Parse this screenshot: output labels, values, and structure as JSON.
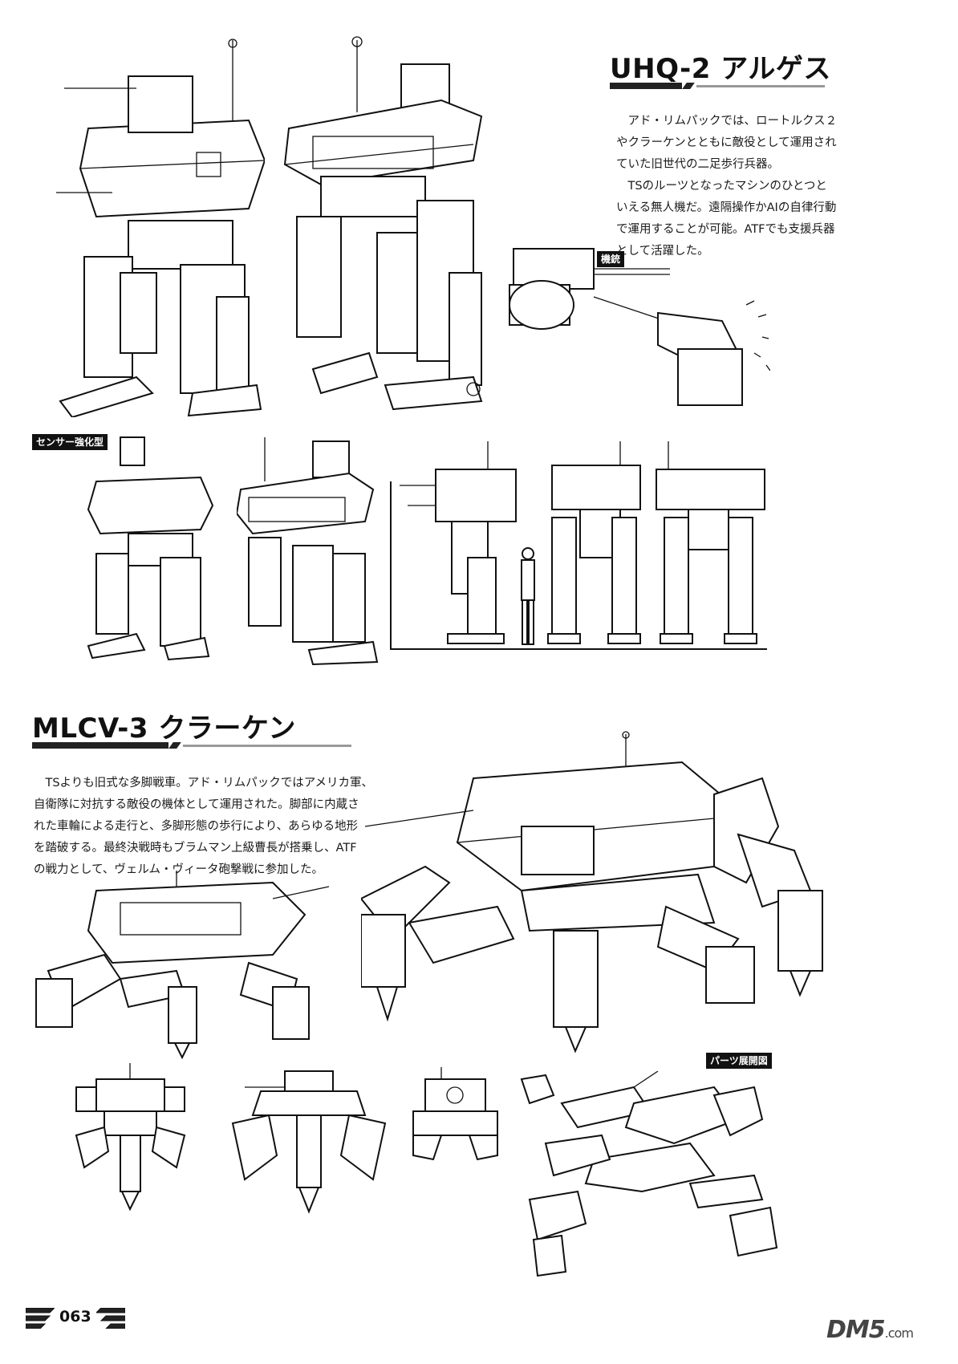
{
  "section_1": {
    "title": "UHQ-2 アルゲス",
    "paragraph": "　アド・リムパックでは、ロートルクス２\nやクラーケンとともに敵役として運用され\nていた旧世代の二足歩行兵器。\n　TSのルーツとなったマシンのひとつと\nいえる無人機だ。遠隔操作かAIの自律行動\nで運用することが可能。ATFでも支援兵器\nとして活躍した。",
    "label_gun": "機銃",
    "label_sensor": "センサー強化型"
  },
  "section_2": {
    "title": "MLCV-3 クラーケン",
    "paragraph": "　TSよりも旧式な多脚戦車。アド・リムパックではアメリカ軍、\n自衛隊に対抗する敵役の機体として運用された。脚部に内蔵さ\nれた車輪による走行と、多脚形態の歩行により、あらゆる地形\nを踏破する。最終決戦時もブラムマン上級曹長が搭乗し、ATF\nの戦力として、ヴェルム・ヴィータ砲撃戦に参加した。",
    "label_parts": "パーツ展開図"
  },
  "footer": {
    "page_number": "063",
    "watermark_main": "DM5",
    "watermark_suffix": ".com"
  }
}
